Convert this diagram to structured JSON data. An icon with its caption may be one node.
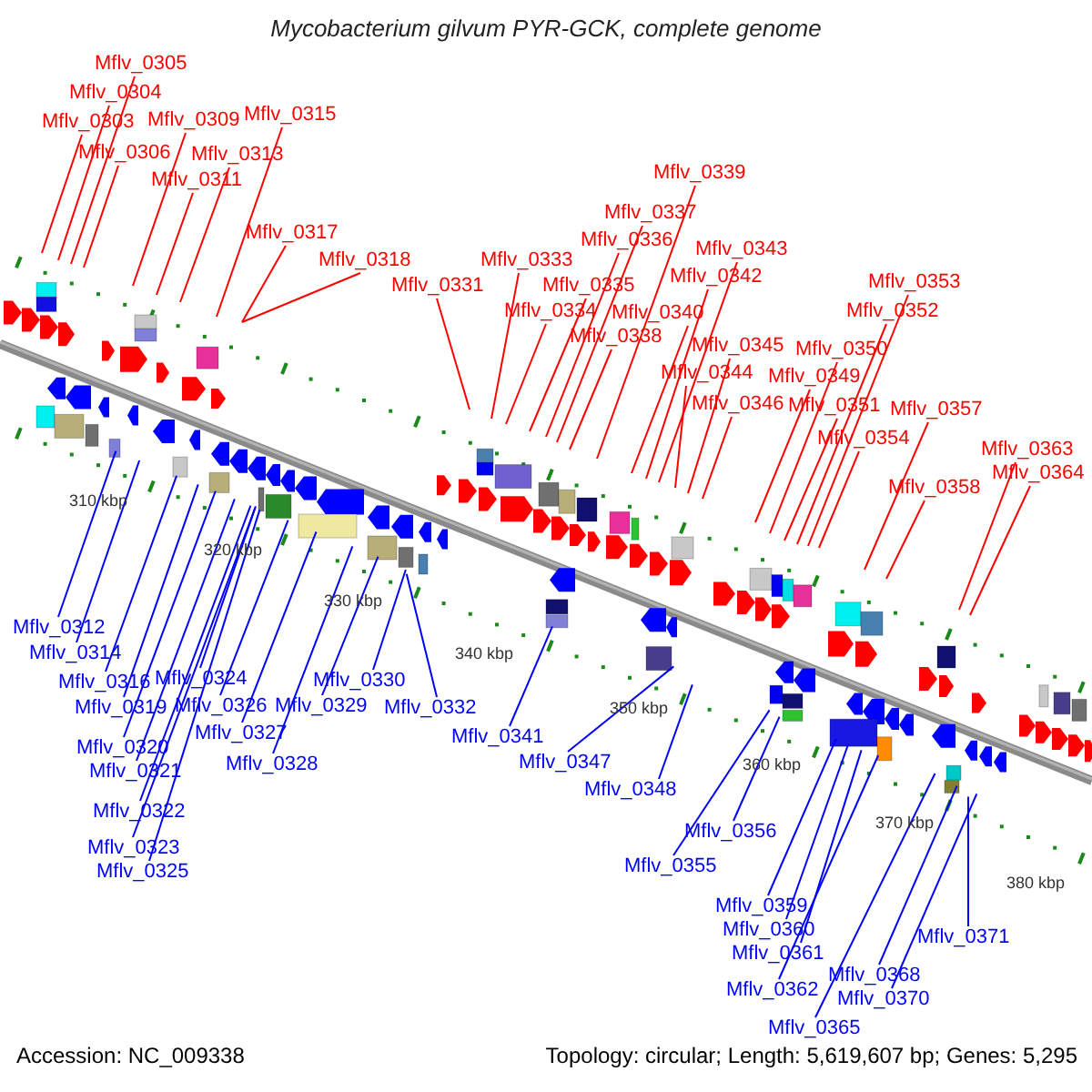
{
  "diagram": {
    "title": "Mycobacterium gilvum PYR-GCK, complete genome",
    "nodes": [
      {
        "text": [
          "Mflv_0305"
        ]
      },
      {
        "text": [
          "Mflv_0304"
        ]
      },
      {
        "text": [
          "Mflv_0303"
        ]
      },
      {
        "text": [
          "Mflv_0309"
        ]
      },
      {
        "text": [
          "Mflv_0315"
        ]
      },
      {
        "text": [
          "Mflv_0306"
        ]
      },
      {
        "text": [
          "Mflv_0313"
        ]
      },
      {
        "text": [
          "Mflv_0311"
        ]
      },
      {
        "text": [
          "Mflv_0317"
        ]
      },
      {
        "text": [
          "Mflv_0318"
        ]
      },
      {
        "text": [
          "Mflv_0339"
        ]
      },
      {
        "text": [
          "Mflv_0337"
        ]
      },
      {
        "text": [
          "Mflv_0336"
        ]
      },
      {
        "text": [
          "Mflv_0333"
        ]
      },
      {
        "text": [
          "Mflv_0343"
        ]
      },
      {
        "text": [
          "Mflv_0342"
        ]
      },
      {
        "text": [
          "Mflv_0331"
        ]
      },
      {
        "text": [
          "Mflv_0335"
        ]
      },
      {
        "text": [
          "Mflv_0353"
        ]
      },
      {
        "text": [
          "Mflv_0334"
        ]
      },
      {
        "text": [
          "Mflv_0340"
        ]
      },
      {
        "text": [
          "Mflv_0352"
        ]
      },
      {
        "text": [
          "Mflv_0338"
        ]
      },
      {
        "text": [
          "Mflv_0345"
        ]
      },
      {
        "text": [
          "Mflv_0350"
        ]
      },
      {
        "text": [
          "Mflv_0344"
        ]
      },
      {
        "text": [
          "Mflv_0349"
        ]
      },
      {
        "text": [
          "Mflv_0346"
        ]
      },
      {
        "text": [
          "Mflv_0351"
        ]
      },
      {
        "text": [
          "Mflv_0357"
        ]
      },
      {
        "text": [
          "Mflv_0354"
        ]
      },
      {
        "text": [
          "Mflv_0363"
        ]
      },
      {
        "text": [
          "Mflv_0364"
        ]
      },
      {
        "text": [
          "Mflv_0358"
        ]
      },
      {
        "text": [
          "Mflv_0312"
        ]
      },
      {
        "text": [
          "Mflv_0314"
        ]
      },
      {
        "text": [
          "Mflv_0330"
        ]
      },
      {
        "text": [
          "Mflv_0324"
        ]
      },
      {
        "text": [
          "Mflv_0316"
        ]
      },
      {
        "text": [
          "Mflv_0326"
        ]
      },
      {
        "text": [
          "Mflv_0329"
        ]
      },
      {
        "text": [
          "Mflv_0319"
        ]
      },
      {
        "text": [
          "Mflv_0332"
        ]
      },
      {
        "text": [
          "Mflv_0327"
        ]
      },
      {
        "text": [
          "Mflv_0341"
        ]
      },
      {
        "text": [
          "Mflv_0320"
        ]
      },
      {
        "text": [
          "Mflv_0347"
        ]
      },
      {
        "text": [
          "Mflv_0328"
        ]
      },
      {
        "text": [
          "Mflv_0321"
        ]
      },
      {
        "text": [
          "Mflv_0348"
        ]
      },
      {
        "text": [
          "Mflv_0322"
        ]
      },
      {
        "text": [
          "Mflv_0356"
        ]
      },
      {
        "text": [
          "Mflv_0323"
        ]
      },
      {
        "text": [
          "Mflv_0325"
        ]
      },
      {
        "text": [
          "Mflv_0355"
        ]
      },
      {
        "text": [
          "Mflv_0359"
        ]
      },
      {
        "text": [
          "Mflv_0360"
        ]
      },
      {
        "text": [
          "Mflv_0371"
        ]
      },
      {
        "text": [
          "Mflv_0361"
        ]
      },
      {
        "text": [
          "Mflv_0368"
        ]
      },
      {
        "text": [
          "Mflv_0362"
        ]
      },
      {
        "text": [
          "Mflv_0370"
        ]
      },
      {
        "text": [
          "Mflv_0365"
        ]
      }
    ],
    "edges": [
      {
        "from": 0,
        "to": null,
        "arrow": "none"
      },
      {
        "from": 1,
        "to": null,
        "arrow": "none"
      },
      {
        "from": 2,
        "to": null,
        "arrow": "none"
      },
      {
        "from": 3,
        "to": null,
        "arrow": "none"
      },
      {
        "from": 4,
        "to": null,
        "arrow": "none"
      },
      {
        "from": 5,
        "to": null,
        "arrow": "none"
      },
      {
        "from": 6,
        "to": null,
        "arrow": "none"
      },
      {
        "from": 7,
        "to": null,
        "arrow": "none"
      },
      {
        "from": 8,
        "to": null,
        "arrow": "none"
      },
      {
        "from": 9,
        "to": null,
        "arrow": "none"
      },
      {
        "from": 10,
        "to": null,
        "arrow": "none"
      },
      {
        "from": 11,
        "to": null,
        "arrow": "none"
      },
      {
        "from": 12,
        "to": null,
        "arrow": "none"
      },
      {
        "from": 13,
        "to": null,
        "arrow": "none"
      },
      {
        "from": 14,
        "to": null,
        "arrow": "none"
      },
      {
        "from": 15,
        "to": null,
        "arrow": "none"
      },
      {
        "from": 16,
        "to": null,
        "arrow": "none"
      },
      {
        "from": 17,
        "to": null,
        "arrow": "none"
      },
      {
        "from": 18,
        "to": null,
        "arrow": "none"
      },
      {
        "from": 19,
        "to": null,
        "arrow": "none"
      },
      {
        "from": 20,
        "to": null,
        "arrow": "none"
      },
      {
        "from": 21,
        "to": null,
        "arrow": "none"
      },
      {
        "from": 22,
        "to": null,
        "arrow": "none"
      },
      {
        "from": 23,
        "to": null,
        "arrow": "none"
      },
      {
        "from": 24,
        "to": null,
        "arrow": "none"
      },
      {
        "from": 25,
        "to": null,
        "arrow": "none"
      },
      {
        "from": 26,
        "to": null,
        "arrow": "none"
      },
      {
        "from": 27,
        "to": null,
        "arrow": "none"
      },
      {
        "from": 28,
        "to": null,
        "arrow": "none"
      },
      {
        "from": 29,
        "to": null,
        "arrow": "none"
      },
      {
        "from": 30,
        "to": null,
        "arrow": "none"
      },
      {
        "from": 31,
        "to": null,
        "arrow": "none"
      },
      {
        "from": 32,
        "to": null,
        "arrow": "none"
      },
      {
        "from": 33,
        "to": null,
        "arrow": "none"
      },
      {
        "from": 34,
        "to": null,
        "arrow": "none",
        "color": "#0000ff"
      },
      {
        "from": 35,
        "to": null,
        "arrow": "none",
        "color": "#0000ff"
      },
      {
        "from": 36,
        "to": null,
        "arrow": "none",
        "color": "#0000ff"
      },
      {
        "from": 37,
        "to": null,
        "arrow": "none",
        "color": "#0000ff"
      },
      {
        "from": 38,
        "to": null,
        "arrow": "none",
        "color": "#0000ff"
      },
      {
        "from": 39,
        "to": null,
        "arrow": "none",
        "color": "#0000ff"
      },
      {
        "from": 40,
        "to": null,
        "arrow": "none",
        "color": "#0000ff"
      },
      {
        "from": 41,
        "to": null,
        "arrow": "none",
        "color": "#0000ff"
      },
      {
        "from": 42,
        "to": null,
        "arrow": "none",
        "color": "#0000ff"
      },
      {
        "from": 43,
        "to": null,
        "arrow": "none",
        "color": "#0000ff"
      },
      {
        "from": 44,
        "to": null,
        "arrow": "none",
        "color": "#0000ff"
      },
      {
        "from": 45,
        "to": null,
        "arrow": "none",
        "color": "#0000ff"
      },
      {
        "from": 46,
        "to": null,
        "arrow": "none",
        "color": "#0000ff"
      },
      {
        "from": 47,
        "to": null,
        "arrow": "none",
        "color": "#0000ff"
      },
      {
        "from": 48,
        "to": null,
        "arrow": "none",
        "color": "#0000ff"
      },
      {
        "from": 49,
        "to": null,
        "arrow": "none",
        "color": "#0000ff"
      },
      {
        "from": 50,
        "to": null,
        "arrow": "none",
        "color": "#0000ff"
      },
      {
        "from": 51,
        "to": null,
        "arrow": "none",
        "color": "#0000ff"
      },
      {
        "from": 52,
        "to": null,
        "arrow": "none",
        "color": "#0000ff"
      },
      {
        "from": 53,
        "to": null,
        "arrow": "none",
        "color": "#0000ff"
      },
      {
        "from": 54,
        "to": null,
        "arrow": "none",
        "color": "#0000ff"
      },
      {
        "from": 55,
        "to": null,
        "arrow": "none",
        "color": "#0000ff"
      },
      {
        "from": 56,
        "to": null,
        "arrow": "none",
        "color": "#0000ff"
      },
      {
        "from": 57,
        "to": null,
        "arrow": "none",
        "color": "#0000ff"
      },
      {
        "from": 58,
        "to": null,
        "arrow": "none",
        "color": "#0000ff"
      },
      {
        "from": 59,
        "to": null,
        "arrow": "none",
        "color": "#0000ff"
      },
      {
        "from": 60,
        "to": null,
        "arrow": "none",
        "color": "#0000ff"
      },
      {
        "from": 61,
        "to": null,
        "arrow": "none",
        "color": "#0000ff"
      },
      {
        "from": 62,
        "to": null,
        "arrow": "none",
        "color": "#0000ff"
      }
    ],
    "labels": [
      "310 kbp",
      "320 kbp",
      "330 kbp",
      "340 kbp",
      "350 kbp",
      "360 kbp",
      "370 kbp",
      "380 kbp",
      "Accession: NC_009338",
      "Topology: circular; Length: 5,619,607 bp; Genes: 5,295"
    ]
  }
}
